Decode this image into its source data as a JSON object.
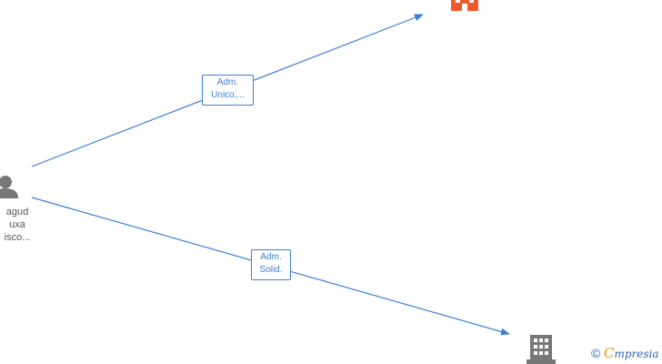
{
  "nodes": {
    "person": {
      "icon": "person-icon",
      "color": "#777777",
      "name_lines": [
        "agud",
        "uxa",
        "isco..."
      ]
    },
    "company_top": {
      "icon": "building-icon",
      "color": "#f05a28"
    },
    "company_bottom": {
      "icon": "building-icon",
      "color": "#777777"
    }
  },
  "edges": [
    {
      "from": "person",
      "to": "company_top",
      "label_lines": [
        "Adm.",
        "Unico,..."
      ]
    },
    {
      "from": "person",
      "to": "company_bottom",
      "label_lines": [
        "Adm.",
        "Solid."
      ]
    }
  ],
  "edge_color": "#3b7fd9",
  "watermark": {
    "copyright": "©",
    "brand_initial": "C",
    "brand_rest": "mpresia",
    "brand_colors": {
      "initial": "#f39200",
      "rest": "#2e63b8"
    }
  }
}
